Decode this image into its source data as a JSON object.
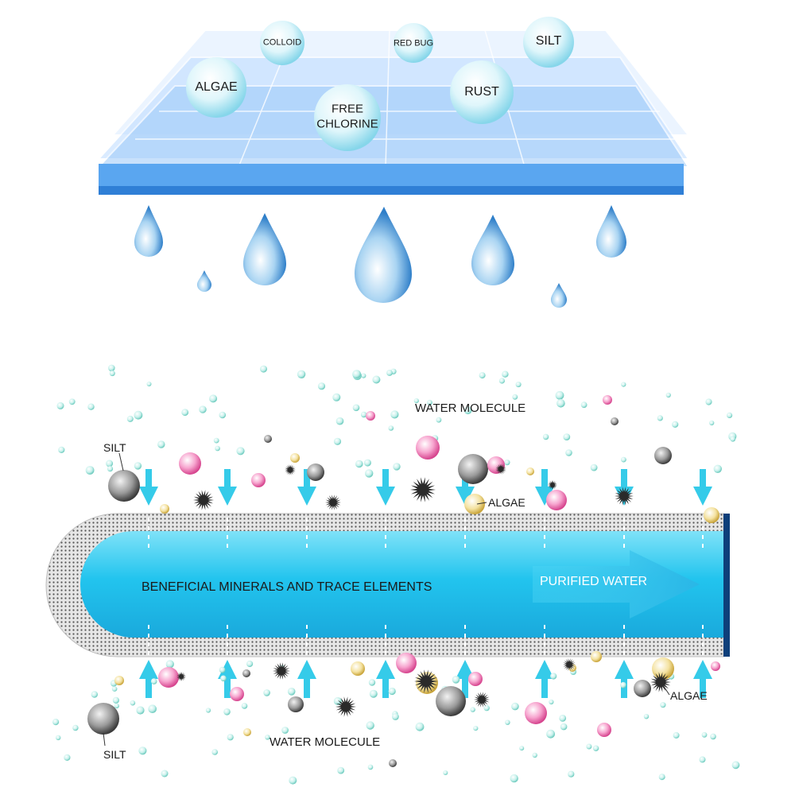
{
  "filter_contaminants": {
    "algae": "ALGAE",
    "colloid": "COLLOID",
    "red_bug": "RED BUG",
    "silt": "SILT",
    "free_chlorine_line1": "FREE",
    "free_chlorine_line2": "CHLORINE",
    "rust": "RUST"
  },
  "membrane_diagram": {
    "water_molecule_top": "WATER MOLECULE",
    "water_molecule_bottom": "WATER MOLECULE",
    "silt_top": "SILT",
    "silt_bottom": "SILT",
    "algae_top": "ALGAE",
    "algae_bottom": "ALGAE",
    "beneficial_minerals": "BENEFICIAL MINERALS AND TRACE ELEMENTS",
    "purified_water": "PURIFIED WATER"
  },
  "colors": {
    "filter_blue": "#5aa6f0",
    "water_cyan": "#27c3ec",
    "arrow_cyan": "#35cbe9",
    "end_cap": "#0e3f7a"
  }
}
